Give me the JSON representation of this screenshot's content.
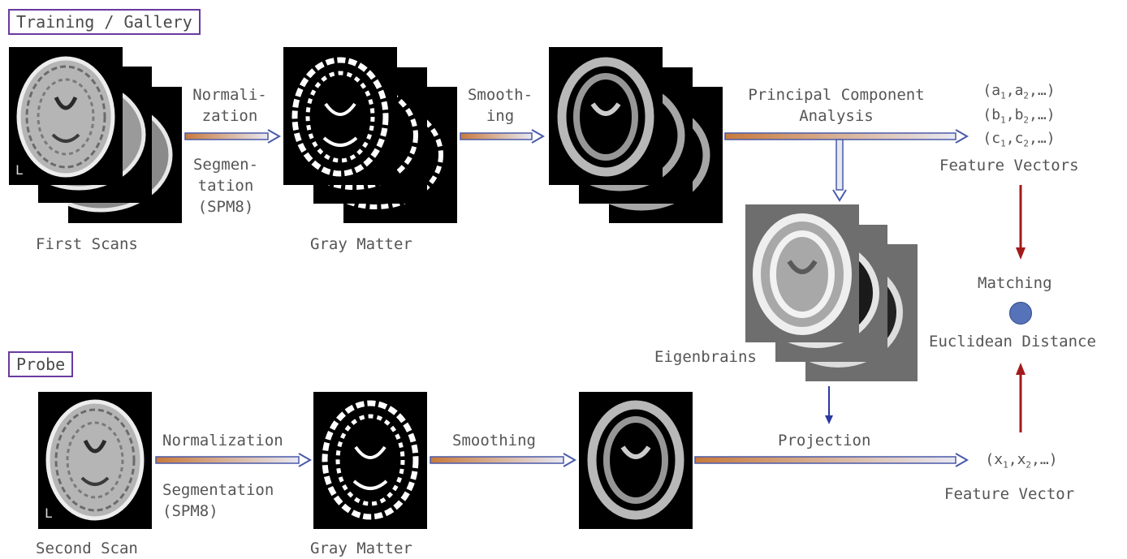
{
  "sections": {
    "training": "Training / Gallery",
    "probe": "Probe"
  },
  "training": {
    "first_scans": "First Scans",
    "gray_matter": "Gray Matter",
    "normalization": [
      "Normali-",
      "zation"
    ],
    "segmentation": [
      "Segmen-",
      "tation",
      "(SPM8)"
    ],
    "smoothing": [
      "Smooth-",
      "ing"
    ],
    "pca": [
      "Principal Component",
      "Analysis"
    ],
    "eigenbrains": "Eigenbrains",
    "feature_vectors_label": "Feature Vectors",
    "feature_vectors": [
      {
        "open": "(a",
        "s1": "1",
        "mid": ",a",
        "s2": "2",
        "close": ",…)"
      },
      {
        "open": "(b",
        "s1": "1",
        "mid": ",b",
        "s2": "2",
        "close": ",…)"
      },
      {
        "open": "(c",
        "s1": "1",
        "mid": ",c",
        "s2": "2",
        "close": ",…)"
      }
    ],
    "orientation_marker": "L"
  },
  "matching": {
    "label": "Matching",
    "metric": "Euclidean Distance"
  },
  "probe": {
    "second_scan": "Second Scan",
    "gray_matter": "Gray Matter",
    "normalization": "Normalization",
    "segmentation": [
      "Segmentation",
      "(SPM8)"
    ],
    "smoothing": "Smoothing",
    "projection": "Projection",
    "feature_vector_label": "Feature Vector",
    "feature_vector": {
      "open": "(x",
      "s1": "1",
      "mid": ",x",
      "s2": "2",
      "close": ",…)"
    },
    "orientation_marker": "L"
  },
  "colors": {
    "section_border": "#6a3aa0",
    "flow_arrow": "#4a5aa8",
    "flow_gradient_start": "#c87a3c",
    "match_arrow": "#a31a1a",
    "node": "#5672b8"
  }
}
